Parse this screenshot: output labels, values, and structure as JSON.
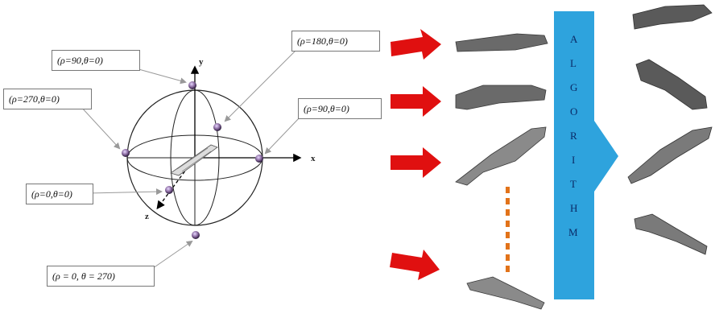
{
  "labels": {
    "top": "(ρ=90,θ=0)",
    "right_top": "(ρ=180,θ=0)",
    "left": "(ρ=270,θ=0)",
    "right": "(ρ=90,θ=0)",
    "center": "(ρ=0,θ=0)",
    "bottom": "(ρ = 0, θ = 270)"
  },
  "axes": {
    "x": "x",
    "y": "y",
    "z": "z"
  },
  "algorithm": {
    "letters": [
      "A",
      "L",
      "G",
      "O",
      "R",
      "I",
      "T",
      "H",
      "M"
    ]
  },
  "colors": {
    "arrow": "#e01010",
    "algorithm_fill": "#2ea3dd",
    "dots": "#e2731a",
    "part": "#5a5a5a"
  }
}
